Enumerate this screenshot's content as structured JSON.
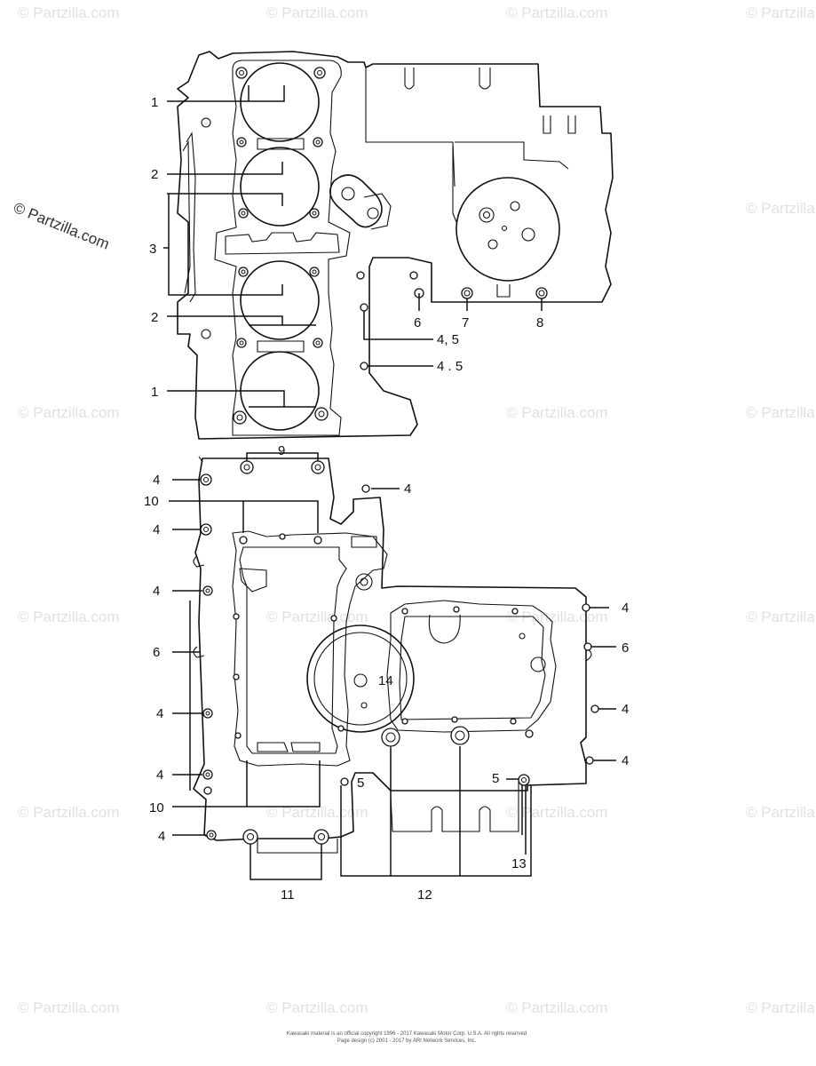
{
  "watermark": {
    "text": "© Partzilla.com",
    "side_text": "© Partzilla.com"
  },
  "callouts": {
    "c1a": "1",
    "c2a": "2",
    "c3": "3",
    "c2b": "2",
    "c1b": "1",
    "c6a": "6",
    "c7": "7",
    "c8": "8",
    "c45a": "4, 5",
    "c45b": "4 . 5",
    "c9": "9",
    "c4a": "4",
    "c4b": "4",
    "c10a": "10",
    "c4c": "4",
    "c4d": "4",
    "c6b": "6",
    "c14": "14",
    "c4e": "4",
    "c4f": "4",
    "c5a": "5",
    "c10b": "10",
    "c4g": "4",
    "c11": "11",
    "c12": "12",
    "c13": "13",
    "c5b": "5",
    "c4h": "4",
    "c6c": "6",
    "c4i": "4",
    "c4j": "4"
  },
  "footer": {
    "copyright_line1": "Kawasaki material is an official copyright 1996 - 2017 Kawasaki Motor Corp. U.S.A. All rights reserved",
    "copyright_line2": "Page design (c) 2001 - 2017 by ARI Network Services, Inc."
  }
}
